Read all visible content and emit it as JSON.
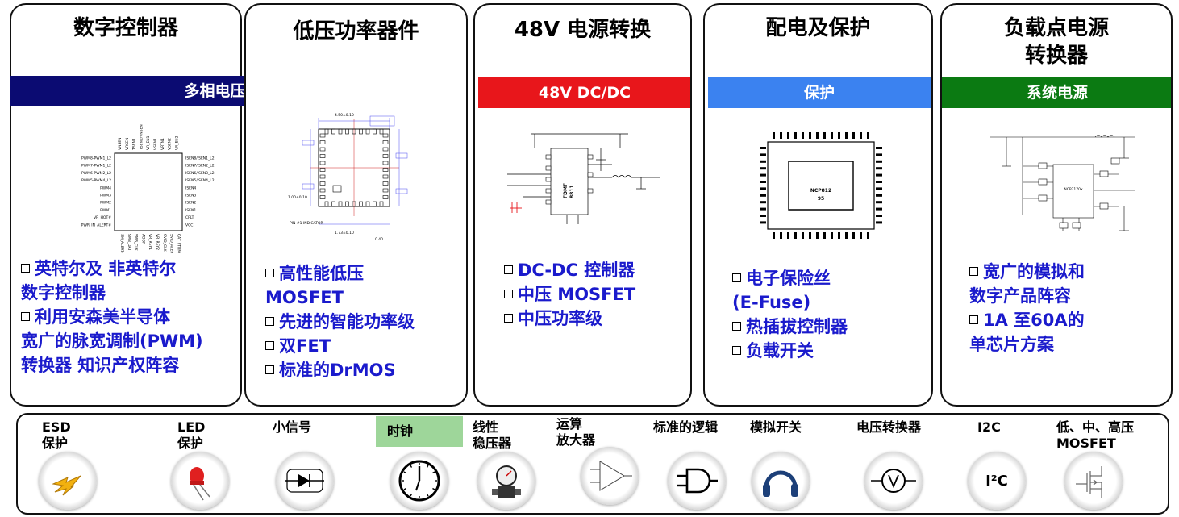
{
  "panels": [
    {
      "title": "数字控制器",
      "band": {
        "label": "多相电压稳压器",
        "color": "#0b0b72"
      },
      "bullets": [
        "英特尔及 非英特尔\n数字控制器",
        "利用安森美半导体\n宽广的脉宽调制(PWM)\n转换器 知识产权阵容"
      ]
    },
    {
      "title": "低压功率器件",
      "band": null,
      "bullets": [
        "高性能低压\nMOSFET",
        "先进的智能功率级",
        "双FET",
        "标准的DrMOS"
      ]
    },
    {
      "title": "48V 电源转换",
      "band": {
        "label": "48V DC/DC",
        "color": "#e8161b"
      },
      "bullets": [
        "DC-DC 控制器",
        "中压 MOSFET",
        "中压功率级"
      ],
      "chip_label": "FDMF\n8811"
    },
    {
      "title": "配电及保护",
      "band": {
        "label": "保护",
        "color": "#3b82f0"
      },
      "bullets": [
        "电子保险丝\n(E-Fuse)",
        "热插拔控制器",
        "负载开关"
      ],
      "chip_label": "NCP812\n95"
    },
    {
      "title": "负载点电源\n转换器",
      "band": {
        "label": "系统电源",
        "color": "#0b7a12"
      },
      "bullets": [
        "宽广的模拟和\n数字产品阵容",
        "1A 至60A的\n单芯片方案"
      ],
      "chip_label": "NCP3170x"
    }
  ],
  "chip1": {
    "left_pins": [
      "PWM8-PWM1_L2",
      "PWM7-PWM1_L2",
      "PWM6-PWM2_L2",
      "PWM5-PWM4_L2",
      "PWM4",
      "PWM3",
      "PWM2",
      "PWM1",
      "VR_HOT#",
      "PWR_IN_ALERT#"
    ],
    "right_pins": [
      "ISEN8/ISEN1_L2",
      "ISEN7/ISEN2_L2",
      "ISEN6/ISEN3_L2",
      "ISEN5/ISEN4_L2",
      "ISEN4",
      "ISEN3",
      "ISEN2",
      "ISEN1",
      "CFLT",
      "VCC"
    ],
    "top_pins": [
      "VNSEN",
      "VRSEN",
      "TSEN1",
      "TSEN2/VNSEN",
      "VR_EN1",
      "VSEN1",
      "VRTN1",
      "VSEN2",
      "VR_EN2"
    ],
    "bottom_pins": [
      "SM_ALERT#",
      "SMB_DAT",
      "SMB_CLK",
      "ADDR",
      "VR_REY1",
      "VR_REY2",
      "SVID_CLK",
      "SVID_ALERT#",
      "CAT_FTRMON"
    ]
  },
  "chip2": {
    "indicator": "PIN #1 INDICATOR",
    "dims": [
      "4.50±0.10",
      "1.00±0.10",
      "1.73±0.10",
      "0.40"
    ]
  },
  "categories": [
    {
      "label": "ESD\n保护",
      "icon": "lightning-icon",
      "highlight": false
    },
    {
      "label": "LED\n保护",
      "icon": "led-icon",
      "highlight": false
    },
    {
      "label": "小信号",
      "icon": "diode-icon",
      "highlight": false
    },
    {
      "label": "时钟",
      "icon": "clock-icon",
      "highlight": true,
      "highlight_color": "#9ed69a"
    },
    {
      "label": "线性\n稳压器",
      "icon": "regulator-gauge-icon",
      "highlight": false
    },
    {
      "label": "运算\n放大器",
      "icon": "opamp-icon",
      "highlight": false
    },
    {
      "label": "标准的逻辑",
      "icon": "and-gate-icon",
      "highlight": false
    },
    {
      "label": "模拟开关",
      "icon": "headphones-icon",
      "highlight": false
    },
    {
      "label": "电压转换器",
      "icon": "voltmeter-icon",
      "highlight": false
    },
    {
      "label": "I2C",
      "icon": "i2c-icon",
      "highlight": false,
      "icon_text": "I²C"
    },
    {
      "label": "低、中、高压\nMOSFET",
      "icon": "mosfet-icon",
      "highlight": false
    }
  ]
}
